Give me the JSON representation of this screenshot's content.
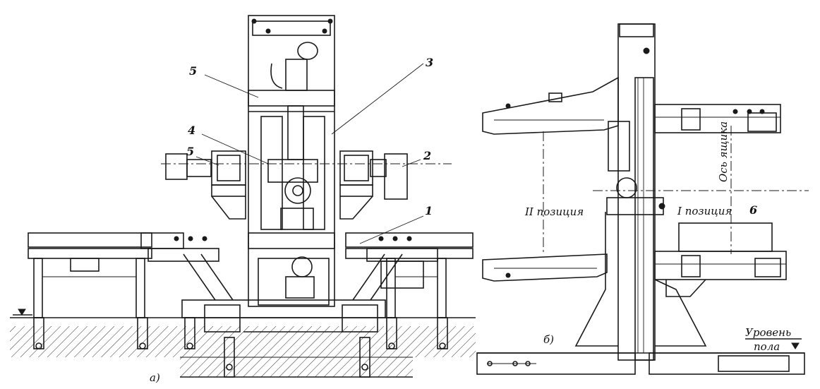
{
  "left_view": {
    "callouts": [
      "5",
      "3",
      "4",
      "5",
      "2",
      "1"
    ],
    "caption": "а)"
  },
  "right_view": {
    "position_left": "II позиция",
    "position_right": "I позиция",
    "axis_label": "Ось ящика",
    "callout": "6",
    "floor_label_line1": "Уровень",
    "floor_label_line2": "пола",
    "caption": "б)"
  }
}
